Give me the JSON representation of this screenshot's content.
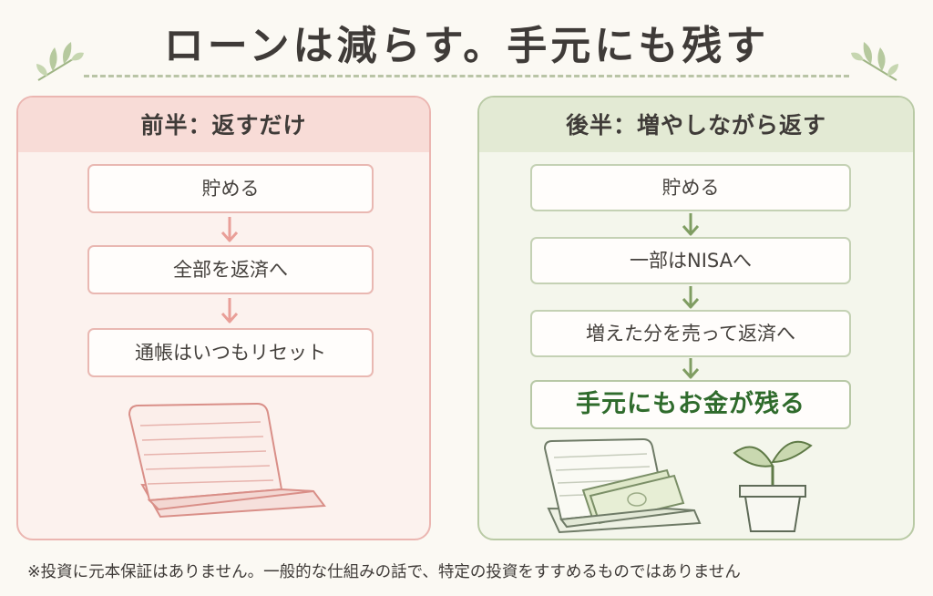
{
  "title": "ローンは減らす。手元にも残す",
  "left_panel": {
    "heading": "前半：返すだけ",
    "steps": [
      "貯める",
      "全部を返済へ",
      "通帳はいつもリセット"
    ]
  },
  "right_panel": {
    "heading": "後半：増やしながら返す",
    "steps": [
      "貯める",
      "一部はNISAへ",
      "増えた分を売って返済へ",
      "手元にもお金が残る"
    ]
  },
  "footnote": "※投資に元本保証はありません。一般的な仕組みの話で、特定の投資をすすめるものではありません",
  "colors": {
    "left_accent": "#e99f98",
    "right_accent": "#7f9d62",
    "highlight_text": "#2f6b2c"
  },
  "icons": {
    "title_decor": "leaf-sprig-icon",
    "left_illustration": "empty-bankbook-icon",
    "right_illustration": [
      "bankbook-with-cash-icon",
      "sprout-pot-icon"
    ]
  }
}
